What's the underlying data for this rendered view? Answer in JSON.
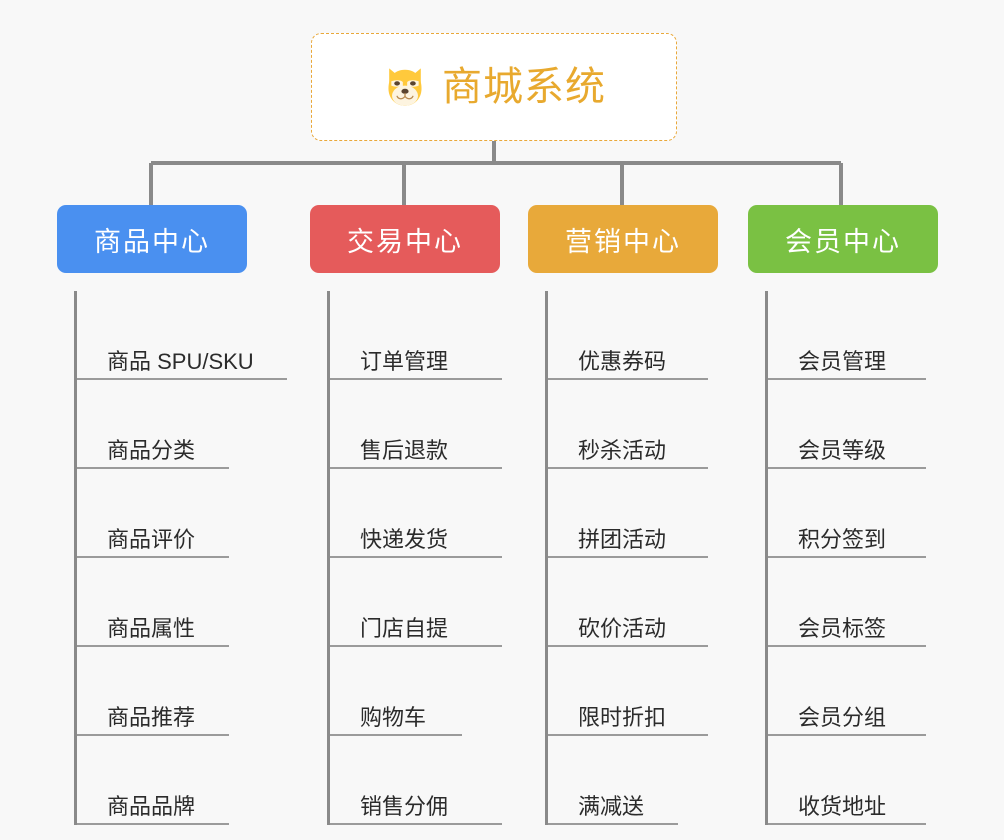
{
  "page": {
    "background_color": "#f8f8f8",
    "type": "mindmap"
  },
  "root": {
    "title": "商城系统",
    "icon": "dog-face-icon",
    "text_color": "#e8a92e",
    "border_color": "#e9a83a",
    "background_color": "#ffffff"
  },
  "connector": {
    "color": "#8a8a8a"
  },
  "branches": [
    {
      "label": "商品中心",
      "color": "#4a90f0",
      "items": [
        "商品 SPU/SKU",
        "商品分类",
        "商品评价",
        "商品属性",
        "商品推荐",
        "商品品牌"
      ]
    },
    {
      "label": "交易中心",
      "color": "#e55b5b",
      "items": [
        "订单管理",
        "售后退款",
        "快递发货",
        "门店自提",
        "购物车",
        "销售分佣"
      ]
    },
    {
      "label": "营销中心",
      "color": "#e8a93a",
      "items": [
        "优惠券码",
        "秒杀活动",
        "拼团活动",
        "砍价活动",
        "限时折扣",
        "满减送"
      ]
    },
    {
      "label": "会员中心",
      "color": "#77c council",
      "items": [
        "会员管理",
        "会员等级",
        "积分签到",
        "会员标签",
        "会员分组",
        "收货地址"
      ]
    }
  ]
}
